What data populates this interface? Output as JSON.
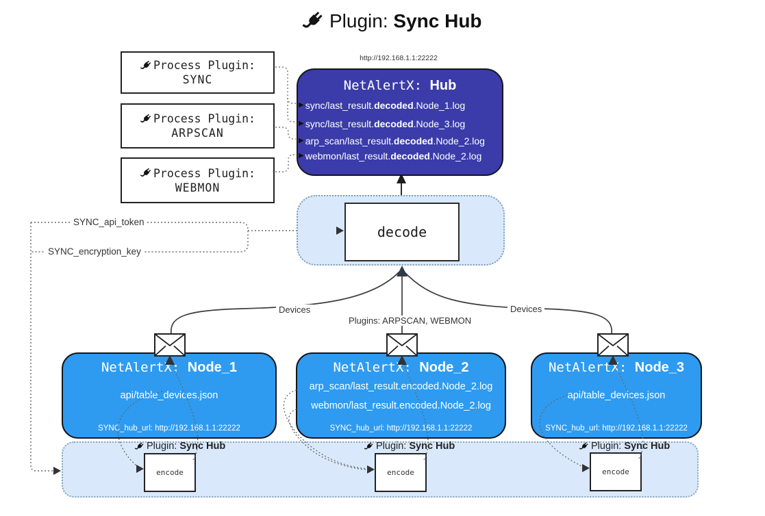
{
  "header": {
    "icon": "plug-icon",
    "title_prefix": "Plugin: ",
    "title_bold": "Sync Hub"
  },
  "process_plugins": [
    {
      "label": "Process Plugin:",
      "name": "SYNC"
    },
    {
      "label": "Process Plugin:",
      "name": "ARPSCAN"
    },
    {
      "label": "Process Plugin:",
      "name": "WEBMON"
    }
  ],
  "hub": {
    "url": "http://192.168.1.1:22222",
    "title_prefix": "NetAlertX: ",
    "title_bold": "Hub",
    "lines": [
      {
        "pre": "sync/last_result.",
        "bold": "decoded",
        "post": ".Node_1.log"
      },
      {
        "pre": "sync/last_result.",
        "bold": "decoded",
        "post": ".Node_3.log"
      },
      {
        "pre": "arp_scan/last_result.",
        "bold": "decoded",
        "post": ".Node_2.log"
      },
      {
        "pre": "webmon/last_result.",
        "bold": "decoded",
        "post": ".Node_2.log"
      }
    ]
  },
  "decode": {
    "label": "decode"
  },
  "flow": {
    "api_token": "SYNC_api_token",
    "encryption_key": "SYNC_encryption_key",
    "devices_left": "Devices",
    "devices_right": "Devices",
    "plugins": "Plugins: ARPSCAN, WEBMON"
  },
  "nodes": [
    {
      "title_prefix": "NetAlertX: ",
      "title_bold": "Node_1",
      "lines": [
        "api/table_devices.json"
      ],
      "footer": "SYNC_hub_url: http://192.168.1.1:22222"
    },
    {
      "title_prefix": "NetAlertX: ",
      "title_bold": "Node_2",
      "lines": [
        "arp_scan/last_result.encoded.Node_2.log",
        "webmon/last_result.encoded.Node_2.log"
      ],
      "footer": "SYNC_hub_url: http://192.168.1.1:22222"
    },
    {
      "title_prefix": "NetAlertX: ",
      "title_bold": "Node_3",
      "lines": [
        "api/table_devices.json"
      ],
      "footer": "SYNC_hub_url: http://192.168.1.1:22222"
    }
  ],
  "encode_sections": [
    {
      "icon": "plug-icon",
      "label_prefix": "Plugin: ",
      "label_bold": "Sync Hub",
      "box_label": "encode"
    },
    {
      "icon": "plug-icon",
      "label_prefix": "Plugin: ",
      "label_bold": "Sync Hub",
      "box_label": "encode"
    },
    {
      "icon": "plug-icon",
      "label_prefix": "Plugin: ",
      "label_bold": "Sync Hub",
      "box_label": "encode"
    }
  ],
  "icons": {
    "envelope": "envelope-icon",
    "plug": "plug-icon"
  },
  "colors": {
    "node_blue": "#2e9bf0",
    "hub_indigo": "#3b3caa",
    "band_blue": "#d9e9fb",
    "band_border": "#7e9cba",
    "ink": "#1d1d1d"
  }
}
